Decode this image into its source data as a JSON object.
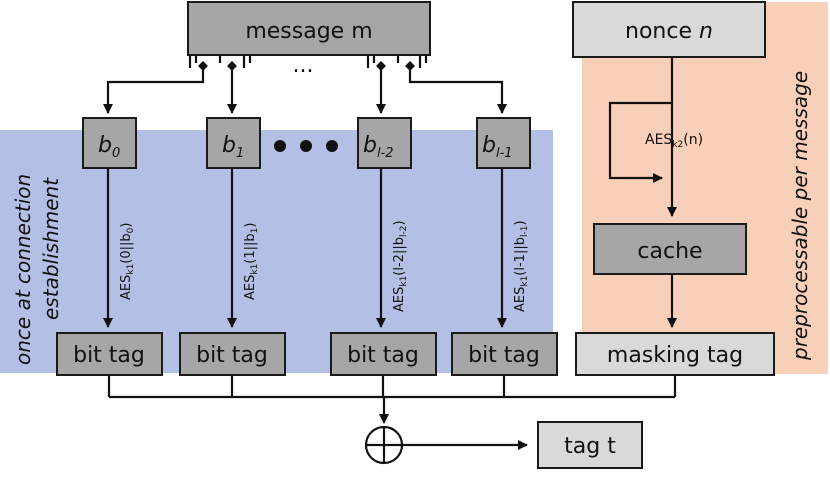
{
  "colors": {
    "connection_region": "#b4bfe6",
    "message_region": "#f8cfb8",
    "box_dark": "#a6a6a6",
    "box_light": "#d9d9d9"
  },
  "message": {
    "label": "message m",
    "ellipsis": "..."
  },
  "nonce": {
    "label": "nonce ",
    "var": "n"
  },
  "blocks": [
    {
      "letter": "b",
      "sub": "0",
      "aes": "AES",
      "aes_key": "k1",
      "aes_arg": "(0||b",
      "arg_sub": "0",
      "close": ")"
    },
    {
      "letter": "b",
      "sub": "1",
      "aes": "AES",
      "aes_key": "k1",
      "aes_arg": "(1||b",
      "arg_sub": "1",
      "close": ")"
    },
    {
      "letter": "b",
      "sub": "l-2",
      "aes": "AES",
      "aes_key": "k1",
      "aes_arg": "(l-2||b",
      "arg_sub": "l-2",
      "close": ")"
    },
    {
      "letter": "b",
      "sub": "l-1",
      "aes": "AES",
      "aes_key": "k1",
      "aes_arg": "(l-1||b",
      "arg_sub": "l-1",
      "close": ")"
    }
  ],
  "bit_tag_label": "bit tag",
  "nonce_aes": {
    "aes": "AES",
    "key": "k2",
    "arg": "(n)"
  },
  "cache_label": "cache",
  "masking_tag_label": "masking tag",
  "tag_label": "tag t",
  "side_labels": {
    "connection_line1": "once at connection",
    "connection_line2": "establishment",
    "message": "preprocessable per message"
  }
}
